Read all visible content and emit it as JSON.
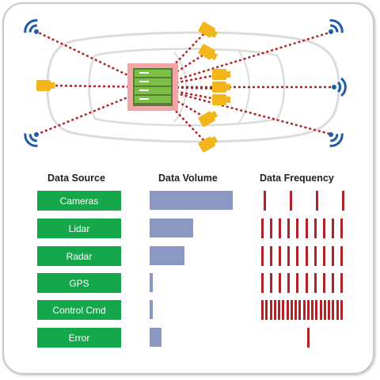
{
  "columns": {
    "source": "Data Source",
    "volume": "Data Volume",
    "frequency": "Data Frequency"
  },
  "rows": [
    {
      "label": "Cameras",
      "volume_fraction": 1.0,
      "frequency_ticks": 4
    },
    {
      "label": "Lidar",
      "volume_fraction": 0.52,
      "frequency_ticks": 10
    },
    {
      "label": "Radar",
      "volume_fraction": 0.42,
      "frequency_ticks": 10
    },
    {
      "label": "GPS",
      "volume_fraction": 0.04,
      "frequency_ticks": 10
    },
    {
      "label": "Control Cmd",
      "volume_fraction": 0.04,
      "frequency_ticks": 20
    },
    {
      "label": "Error",
      "volume_fraction": 0.14,
      "frequency_ticks": 1
    }
  ],
  "colors": {
    "source_button": "#15a84a",
    "volume_bar": "#8c98c4",
    "frequency_tick": "#b02427",
    "camera": "#f2b51c",
    "signal": "#1d5aa8",
    "server_box": "#f1a5a5",
    "server_unit": "#7cbf45",
    "link_line": "#b02427",
    "car_outline": "#dcdcdc"
  },
  "icons": {
    "sensor": "camera-icon",
    "wireless": "wireless-signal-icon",
    "hub": "server-rack-icon"
  }
}
